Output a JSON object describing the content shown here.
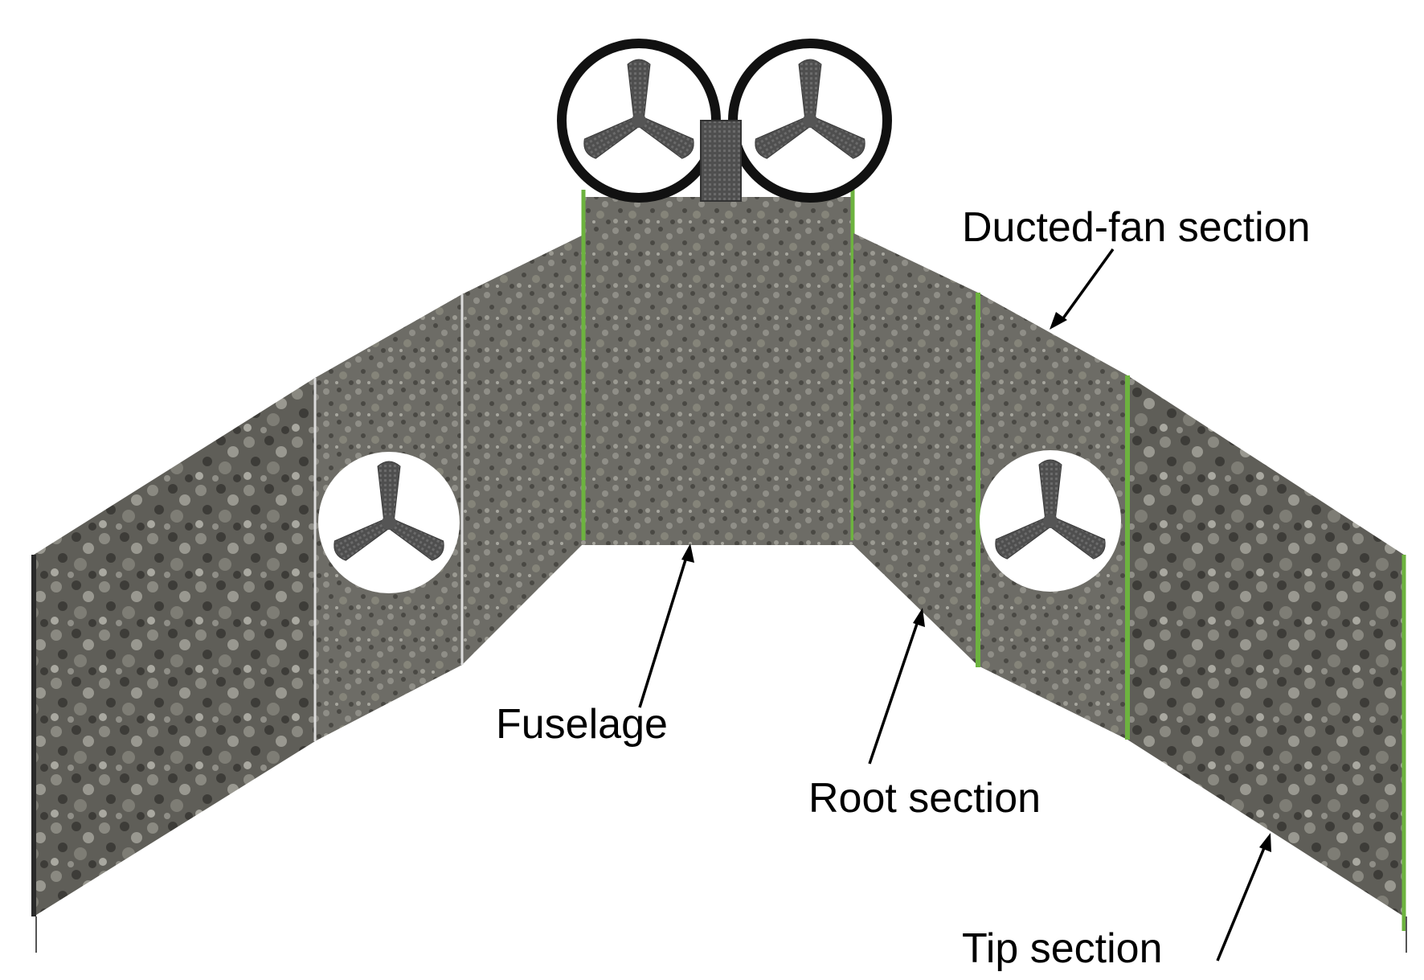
{
  "labels": {
    "ducted_fan": "Ducted-fan section",
    "fuselage": "Fuselage",
    "root": "Root section",
    "tip": "Tip section"
  },
  "colors": {
    "background": "#ffffff",
    "skin": "#6d6c66",
    "skin_dark": "#4a4944",
    "skin_light": "#8f8e87",
    "seam_green": "#6db33f",
    "seam_grey": "#dcdcdc",
    "prop_blade": "#5a5a5a",
    "duct_ring": "#111111",
    "hole_fill": "#ffffff",
    "text": "#000000"
  },
  "icons": {
    "fan_top_left": "propeller-icon",
    "fan_top_right": "propeller-icon",
    "fan_wing_left": "propeller-icon",
    "fan_wing_right": "propeller-icon"
  }
}
